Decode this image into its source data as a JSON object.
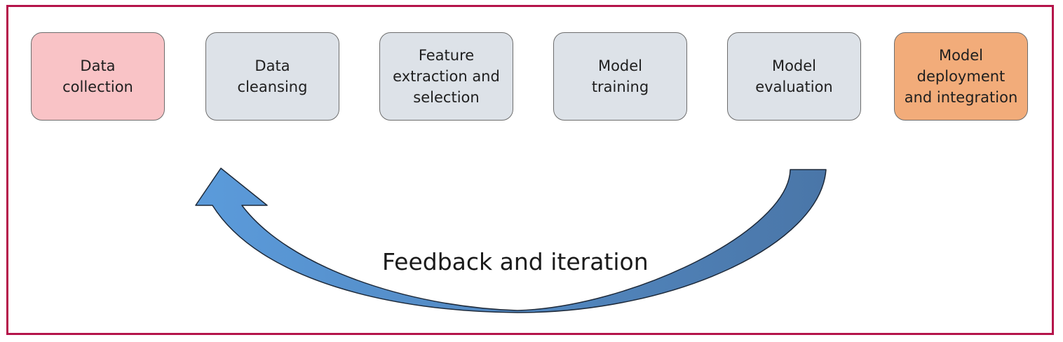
{
  "stages": [
    {
      "label": "Data\ncollection",
      "color": "#f9c3c6"
    },
    {
      "label": "Data\ncleansing",
      "color": "#dde2e8"
    },
    {
      "label": "Feature\nextraction and\nselection",
      "color": "#dde2e8"
    },
    {
      "label": "Model\ntraining",
      "color": "#dde2e8"
    },
    {
      "label": "Model\nevaluation",
      "color": "#dde2e8"
    },
    {
      "label": "Model\ndeployment\nand integration",
      "color": "#f2ac7a"
    }
  ],
  "feedback": {
    "label": "Feedback and iteration",
    "arrow_color_start": "#4a7fb5",
    "arrow_color_end": "#5b9bd8"
  },
  "frame_color": "#b5144a"
}
